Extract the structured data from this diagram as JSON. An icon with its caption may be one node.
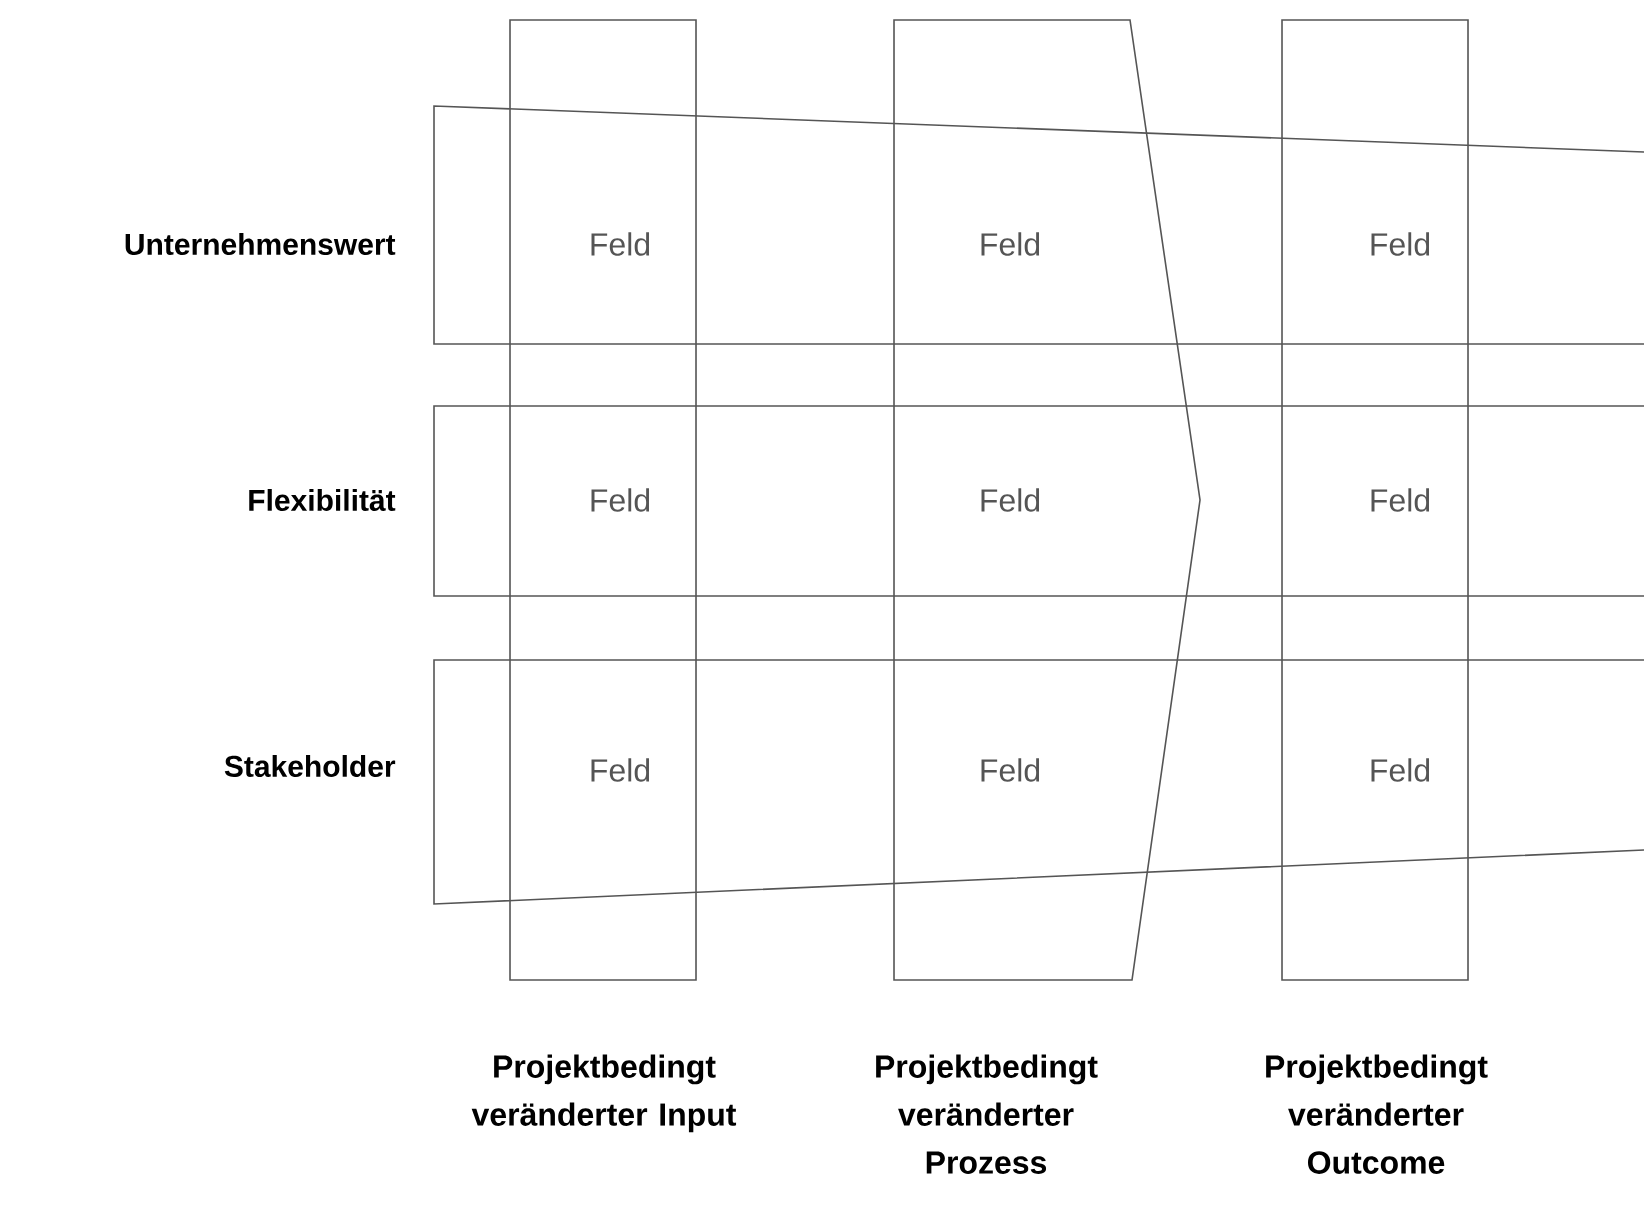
{
  "diagram": {
    "nodes": [
      {
        "text": [
          "Unternehmenswert"
        ]
      },
      {
        "text": [
          "Flexibilität"
        ]
      },
      {
        "text": [
          "Stakeholder"
        ]
      },
      {
        "text": [
          "Projektbedingt veränderter Input"
        ]
      },
      {
        "text": [
          "Projektbedingt veränderter Prozess"
        ]
      },
      {
        "text": [
          "Projektbedingt veränderter Outcome"
        ]
      }
    ],
    "labels": [
      "Feld",
      "Feld",
      "Feld",
      "Feld",
      "Feld",
      "Feld",
      "Feld",
      "Feld",
      "Feld"
    ]
  }
}
